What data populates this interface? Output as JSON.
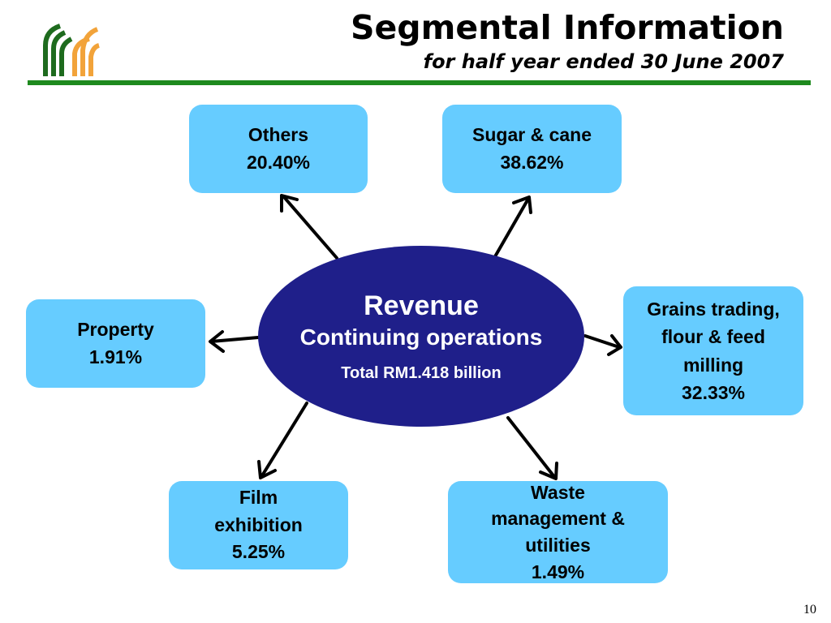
{
  "header": {
    "title": "Segmental Information",
    "subtitle": "for half year ended 30 June 2007"
  },
  "center": {
    "line1": "Revenue",
    "line2": "Continuing operations",
    "total": "Total RM1.418 billion"
  },
  "segments": {
    "others": {
      "lines": [
        "Others"
      ],
      "percent": "20.40%"
    },
    "sugar": {
      "lines": [
        "Sugar & cane"
      ],
      "percent": "38.62%"
    },
    "property": {
      "lines": [
        "Property"
      ],
      "percent": "1.91%"
    },
    "grains": {
      "lines": [
        "Grains trading,",
        "flour & feed",
        "milling"
      ],
      "percent": "32.33%"
    },
    "film": {
      "lines": [
        "Film",
        "exhibition"
      ],
      "percent": "5.25%"
    },
    "waste": {
      "lines": [
        "Waste",
        "management &",
        "utilities"
      ],
      "percent": "1.49%"
    }
  },
  "page_number": "10",
  "colors": {
    "box_fill": "#66ccff",
    "center_fill": "#1f1f8a",
    "rule": "#1e8a1e",
    "logo_green": "#1e6b1e",
    "logo_orange": "#f2a33a"
  }
}
